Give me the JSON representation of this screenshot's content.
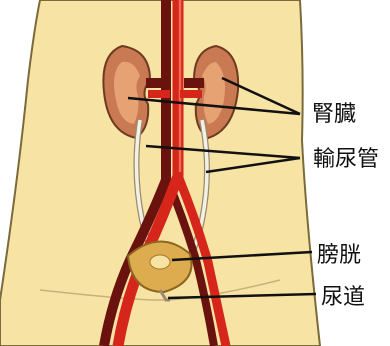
{
  "labels": {
    "kidney": "腎臓",
    "ureter": "輸尿管",
    "bladder": "膀胱",
    "urethra": "尿道"
  },
  "colors": {
    "skin": "#f7e4a4",
    "skin_outline": "#7a6a3c",
    "artery": "#d6251b",
    "vein": "#6a120e",
    "kidney": "#c97a52",
    "kidney_inner": "#e7a274",
    "bladder": "#dcac4e",
    "ureter": "#f3f0e4",
    "leader_line": "#111111"
  }
}
